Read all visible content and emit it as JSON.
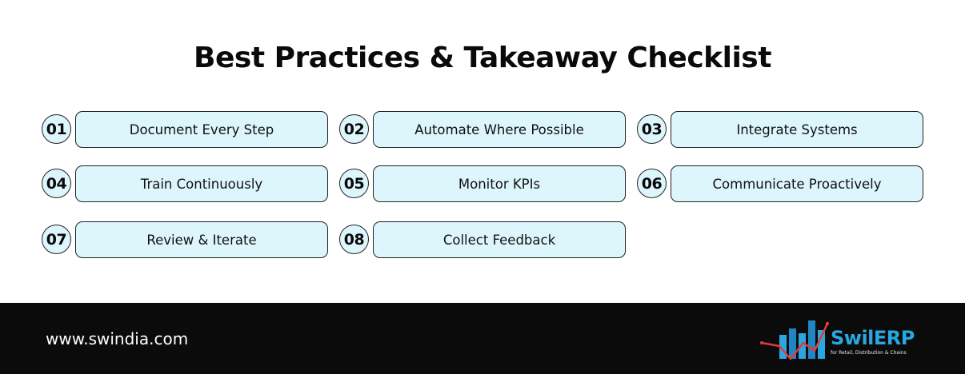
{
  "title": "Best Practices & Takeaway Checklist",
  "items": [
    {
      "number": "01",
      "label": "Document Every Step"
    },
    {
      "number": "02",
      "label": "Automate Where Possible"
    },
    {
      "number": "03",
      "label": "Integrate Systems"
    },
    {
      "number": "04",
      "label": "Train Continuously"
    },
    {
      "number": "05",
      "label": "Monitor KPIs"
    },
    {
      "number": "06",
      "label": "Communicate Proactively"
    },
    {
      "number": "07",
      "label": "Review & Iterate"
    },
    {
      "number": "08",
      "label": "Collect Feedback"
    }
  ],
  "footer": {
    "url": "www.swindia.com",
    "logo_text": "SwilERP",
    "logo_tagline": "for Retail, Distribution & Chains"
  },
  "colors": {
    "pill_fill": "#dcf6fc",
    "outline": "#222222",
    "footer_bg": "#0b0b0b",
    "logo_blue": "#2aa6e0",
    "logo_red": "#e23b3b"
  }
}
